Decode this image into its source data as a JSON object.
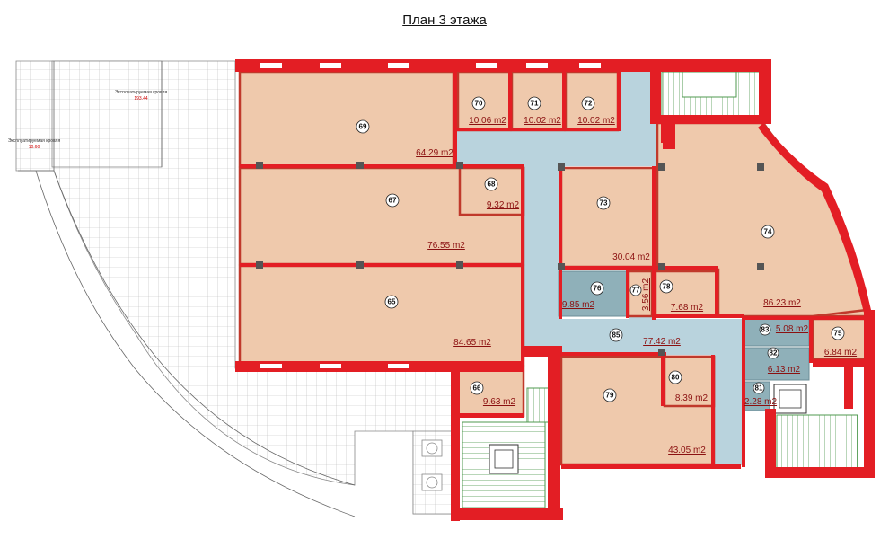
{
  "title": "План 3 этажа",
  "roof": [
    {
      "label": "Эксплуатируемая кровля",
      "value": "193.44"
    },
    {
      "label": "Эксплуатируемая кровля",
      "value": "10.60"
    }
  ],
  "rooms": [
    {
      "id": "65",
      "num": "65",
      "area": "84.65 m2"
    },
    {
      "id": "66",
      "num": "66",
      "area": "9.63 m2"
    },
    {
      "id": "67",
      "num": "67",
      "area": "76.55 m2"
    },
    {
      "id": "68",
      "num": "68",
      "area": "9.32 m2"
    },
    {
      "id": "69",
      "num": "69",
      "area": "64.29 m2"
    },
    {
      "id": "70",
      "num": "70",
      "area": "10.06 m2"
    },
    {
      "id": "71",
      "num": "71",
      "area": "10.02 m2"
    },
    {
      "id": "72",
      "num": "72",
      "area": "10.02 m2"
    },
    {
      "id": "73",
      "num": "73",
      "area": "30.04 m2"
    },
    {
      "id": "74",
      "num": "74",
      "area": "86.23 m2"
    },
    {
      "id": "75",
      "num": "75",
      "area": "6.84 m2"
    },
    {
      "id": "76",
      "num": "76",
      "area": "9.85 m2"
    },
    {
      "id": "77",
      "num": "77",
      "area": "3.56 m2"
    },
    {
      "id": "78",
      "num": "78",
      "area": "7.68 m2"
    },
    {
      "id": "79",
      "num": "79",
      "area": "43.05 m2"
    },
    {
      "id": "80",
      "num": "80",
      "area": "8.39 m2"
    },
    {
      "id": "81",
      "num": "81",
      "area": "2.28 m2"
    },
    {
      "id": "82",
      "num": "82",
      "area": "6.13 m2"
    },
    {
      "id": "83",
      "num": "83",
      "area": "5.08 m2"
    },
    {
      "id": "85",
      "num": "85",
      "area": "77.42 m2"
    }
  ]
}
